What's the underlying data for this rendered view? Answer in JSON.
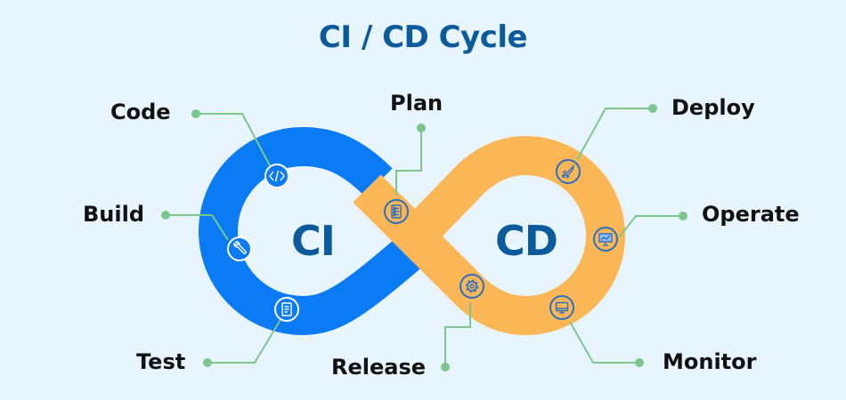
{
  "title": "CI / CD Cycle",
  "colors": {
    "background": "#E8F5FE",
    "title": "#0B5A9C",
    "ci_loop": "#0A7BF4",
    "cd_loop": "#FBB755",
    "connector": "#7CC68E",
    "center_text": "#0B5A9C",
    "cd_icon_ring": "#2A6FC4"
  },
  "loops": {
    "ci": {
      "label": "CI"
    },
    "cd": {
      "label": "CD"
    }
  },
  "stages": [
    {
      "id": "code",
      "label": "Code",
      "icon": "code-brackets-icon",
      "loop": "ci"
    },
    {
      "id": "build",
      "label": "Build",
      "icon": "wrench-icon",
      "loop": "ci"
    },
    {
      "id": "test",
      "label": "Test",
      "icon": "checklist-document-icon",
      "loop": "ci"
    },
    {
      "id": "plan",
      "label": "Plan",
      "icon": "list-clipboard-icon",
      "loop": "cd"
    },
    {
      "id": "release",
      "label": "Release",
      "icon": "gear-icon",
      "loop": "cd"
    },
    {
      "id": "deploy",
      "label": "Deploy",
      "icon": "rocket-icon",
      "loop": "cd"
    },
    {
      "id": "operate",
      "label": "Operate",
      "icon": "presentation-chart-icon",
      "loop": "cd"
    },
    {
      "id": "monitor",
      "label": "Monitor",
      "icon": "monitor-icon",
      "loop": "cd"
    }
  ]
}
